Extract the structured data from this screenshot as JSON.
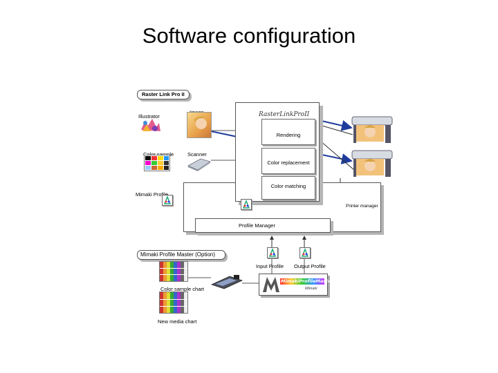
{
  "title": "Software configuration",
  "raster_link_pro": "Raster Link Pro II",
  "inputs": {
    "illustrator": "Illustrator",
    "image": "Image",
    "color_sample": "Color sample",
    "scanner": "Scanner"
  },
  "rip": {
    "logo": "RasterLinkProII",
    "rendering": "Rendering",
    "color_replacement": "Color replacement",
    "color_matching": "Color matching"
  },
  "mimaki_profile": "Mimaki Profile",
  "printer_manager": "Printer manager",
  "profile_manager": "Profile Manager",
  "profile_master": {
    "title": "Mimaki Profile Master (Option)",
    "color_sample_chart": "Color sample chart",
    "new_media_chart": "New media chart",
    "input_profile": "Input Profile",
    "output_profile": "Output Profile",
    "logo": "MimakiProfileMaster",
    "logo_sub": "Mimaki"
  },
  "colors": {
    "arrow_blue": "#1f3c9c",
    "line": "#555555"
  }
}
